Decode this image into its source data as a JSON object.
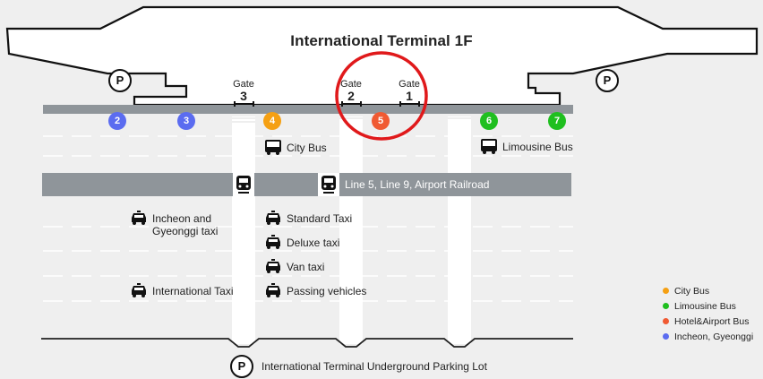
{
  "title": "International Terminal 1F",
  "gates": [
    {
      "label": "Gate",
      "number": "3"
    },
    {
      "label": "Gate",
      "number": "2"
    },
    {
      "label": "Gate",
      "number": "1"
    }
  ],
  "bus_stops": [
    {
      "number": "2",
      "color": "#5b6cf0"
    },
    {
      "number": "3",
      "color": "#5b6cf0"
    },
    {
      "number": "4",
      "color": "#f5a013"
    },
    {
      "number": "5",
      "color": "#f05a32"
    },
    {
      "number": "6",
      "color": "#1fbf1f"
    },
    {
      "number": "7",
      "color": "#1fbf1f"
    }
  ],
  "labels": {
    "city_bus": "City Bus",
    "limousine_bus": "Limousine Bus",
    "rail": "Line 5, Line 9, Airport Railroad",
    "incheon_taxi_line1": "Incheon and",
    "incheon_taxi_line2": "Gyeonggi taxi",
    "standard_taxi": "Standard Taxi",
    "deluxe_taxi": "Deluxe taxi",
    "van_taxi": "Van taxi",
    "international_taxi": "International Taxi",
    "passing_vehicles": "Passing vehicles",
    "parking_lot": "International Terminal Underground Parking Lot",
    "parking_symbol": "P"
  },
  "legend": [
    {
      "label": "City Bus",
      "color": "#f5a013"
    },
    {
      "label": "Limousine Bus",
      "color": "#1fbf1f"
    },
    {
      "label": "Hotel&Airport Bus",
      "color": "#f05a32"
    },
    {
      "label": "Incheon, Gyeonggi",
      "color": "#5b6cf0"
    }
  ],
  "highlight_color": "#e0191b"
}
